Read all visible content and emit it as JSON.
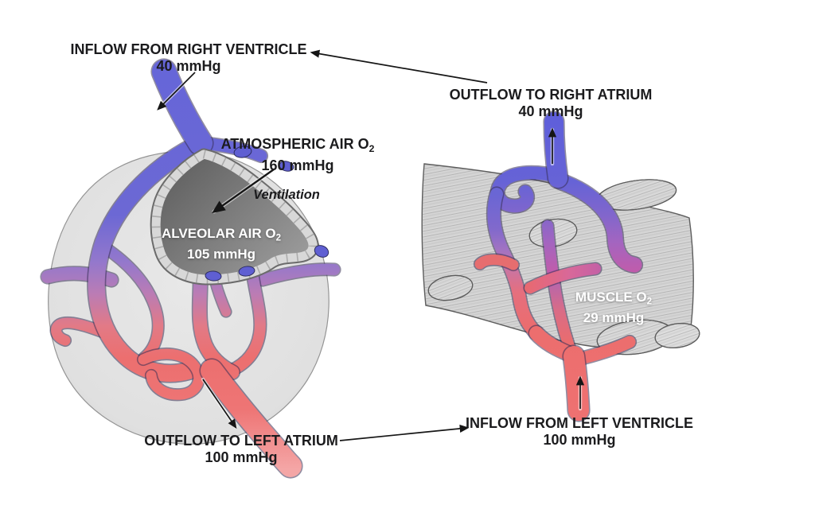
{
  "figure": {
    "annotations": {
      "inflow_right_ventricle": {
        "title": "INFLOW FROM RIGHT VENTRICLE",
        "value": "40 mmHg"
      },
      "outflow_right_atrium": {
        "title": "OUTFLOW TO RIGHT ATRIUM",
        "value": "40 mmHg"
      },
      "atmospheric_air": {
        "title": "ATMOSPHERIC AIR O",
        "subscript": "2",
        "value": "160 mmHg"
      },
      "ventilation": {
        "title": "Ventilation"
      },
      "alveolar_air": {
        "title": "ALVEOLAR AIR O",
        "subscript": "2",
        "value": "105 mmHg"
      },
      "muscle": {
        "title": "MUSCLE O",
        "subscript": "2",
        "value": "29 mmHg"
      },
      "outflow_left_atrium": {
        "title": "OUTFLOW TO LEFT ATRIUM",
        "value": "100 mmHg"
      },
      "inflow_left_ventricle": {
        "title": "INFLOW FROM LEFT VENTRICLE",
        "value": "100 mmHg"
      }
    },
    "colors": {
      "deoxygenated_blood": "#6666d8",
      "oxygenated_blood": "#ed6b6b",
      "transition_blood": "#b77cba",
      "muscle_tissue": "#d6d6d6",
      "lobule_tissue": "#e2e2e2",
      "alveolar_air_space": "#7b7b7b",
      "annotation_text": "#1b1b1d",
      "annotation_text_light": "#ffffff"
    }
  }
}
